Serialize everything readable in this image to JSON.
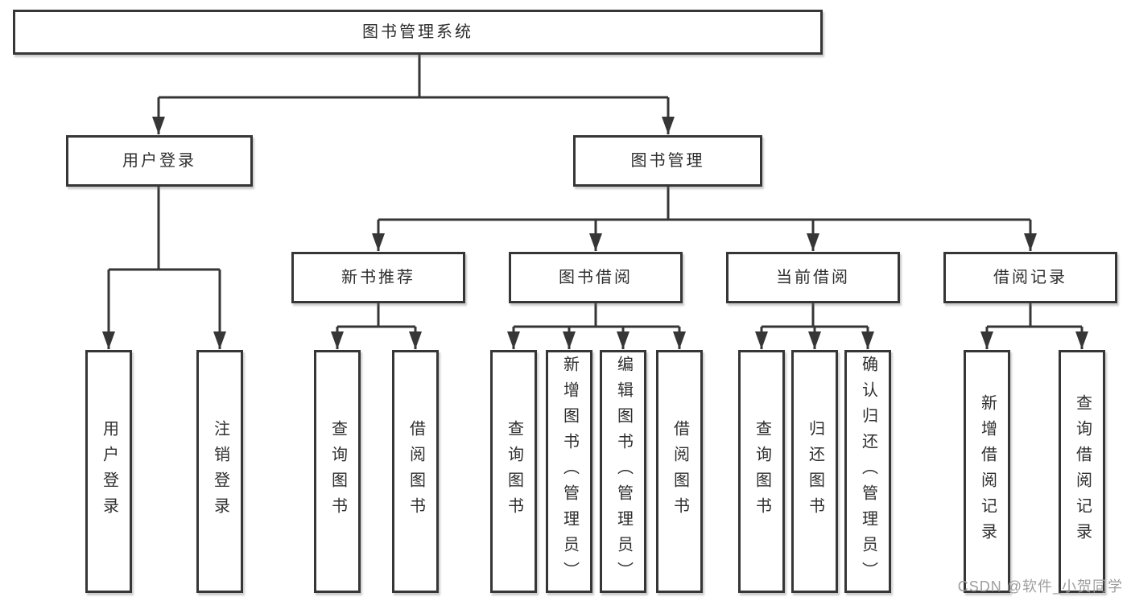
{
  "nodes": {
    "root": "图书管理系统",
    "user_login": "用户登录",
    "book_mgmt": "图书管理",
    "new_books": "新书推荐",
    "book_borrow": "图书借阅",
    "current_borrow": "当前借阅",
    "borrow_records": "借阅记录",
    "leaf_user_login": "用户登录",
    "leaf_logout": "注销登录",
    "nb_query": "查询图书",
    "nb_borrow": "借阅图书",
    "bb_query": "查询图书",
    "bb_add": "新增图书（管理员）",
    "bb_edit": "编辑图书（管理员）",
    "bb_borrow": "借阅图书",
    "cb_query": "查询图书",
    "cb_return": "归还图书",
    "cb_confirm": "确认归还（管理员）",
    "br_add": "新增借阅记录",
    "br_query": "查询借阅记录"
  },
  "watermark": "CSDN @软件_小贺同学",
  "colors": {
    "line": "#363636",
    "text": "#2e2e2e",
    "boxbg": "#ffffff",
    "wm": "#9e9e9e"
  }
}
